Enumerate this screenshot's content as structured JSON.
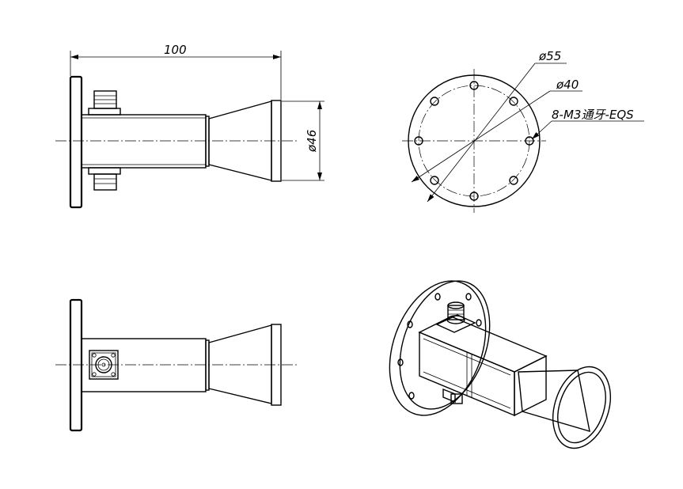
{
  "dimensions": {
    "length": "100",
    "diameter_cone": "ø46",
    "diameter_flange": "ø55",
    "diameter_bolt_circle": "ø40",
    "hole_note": "8-M3通牙-EQS"
  }
}
